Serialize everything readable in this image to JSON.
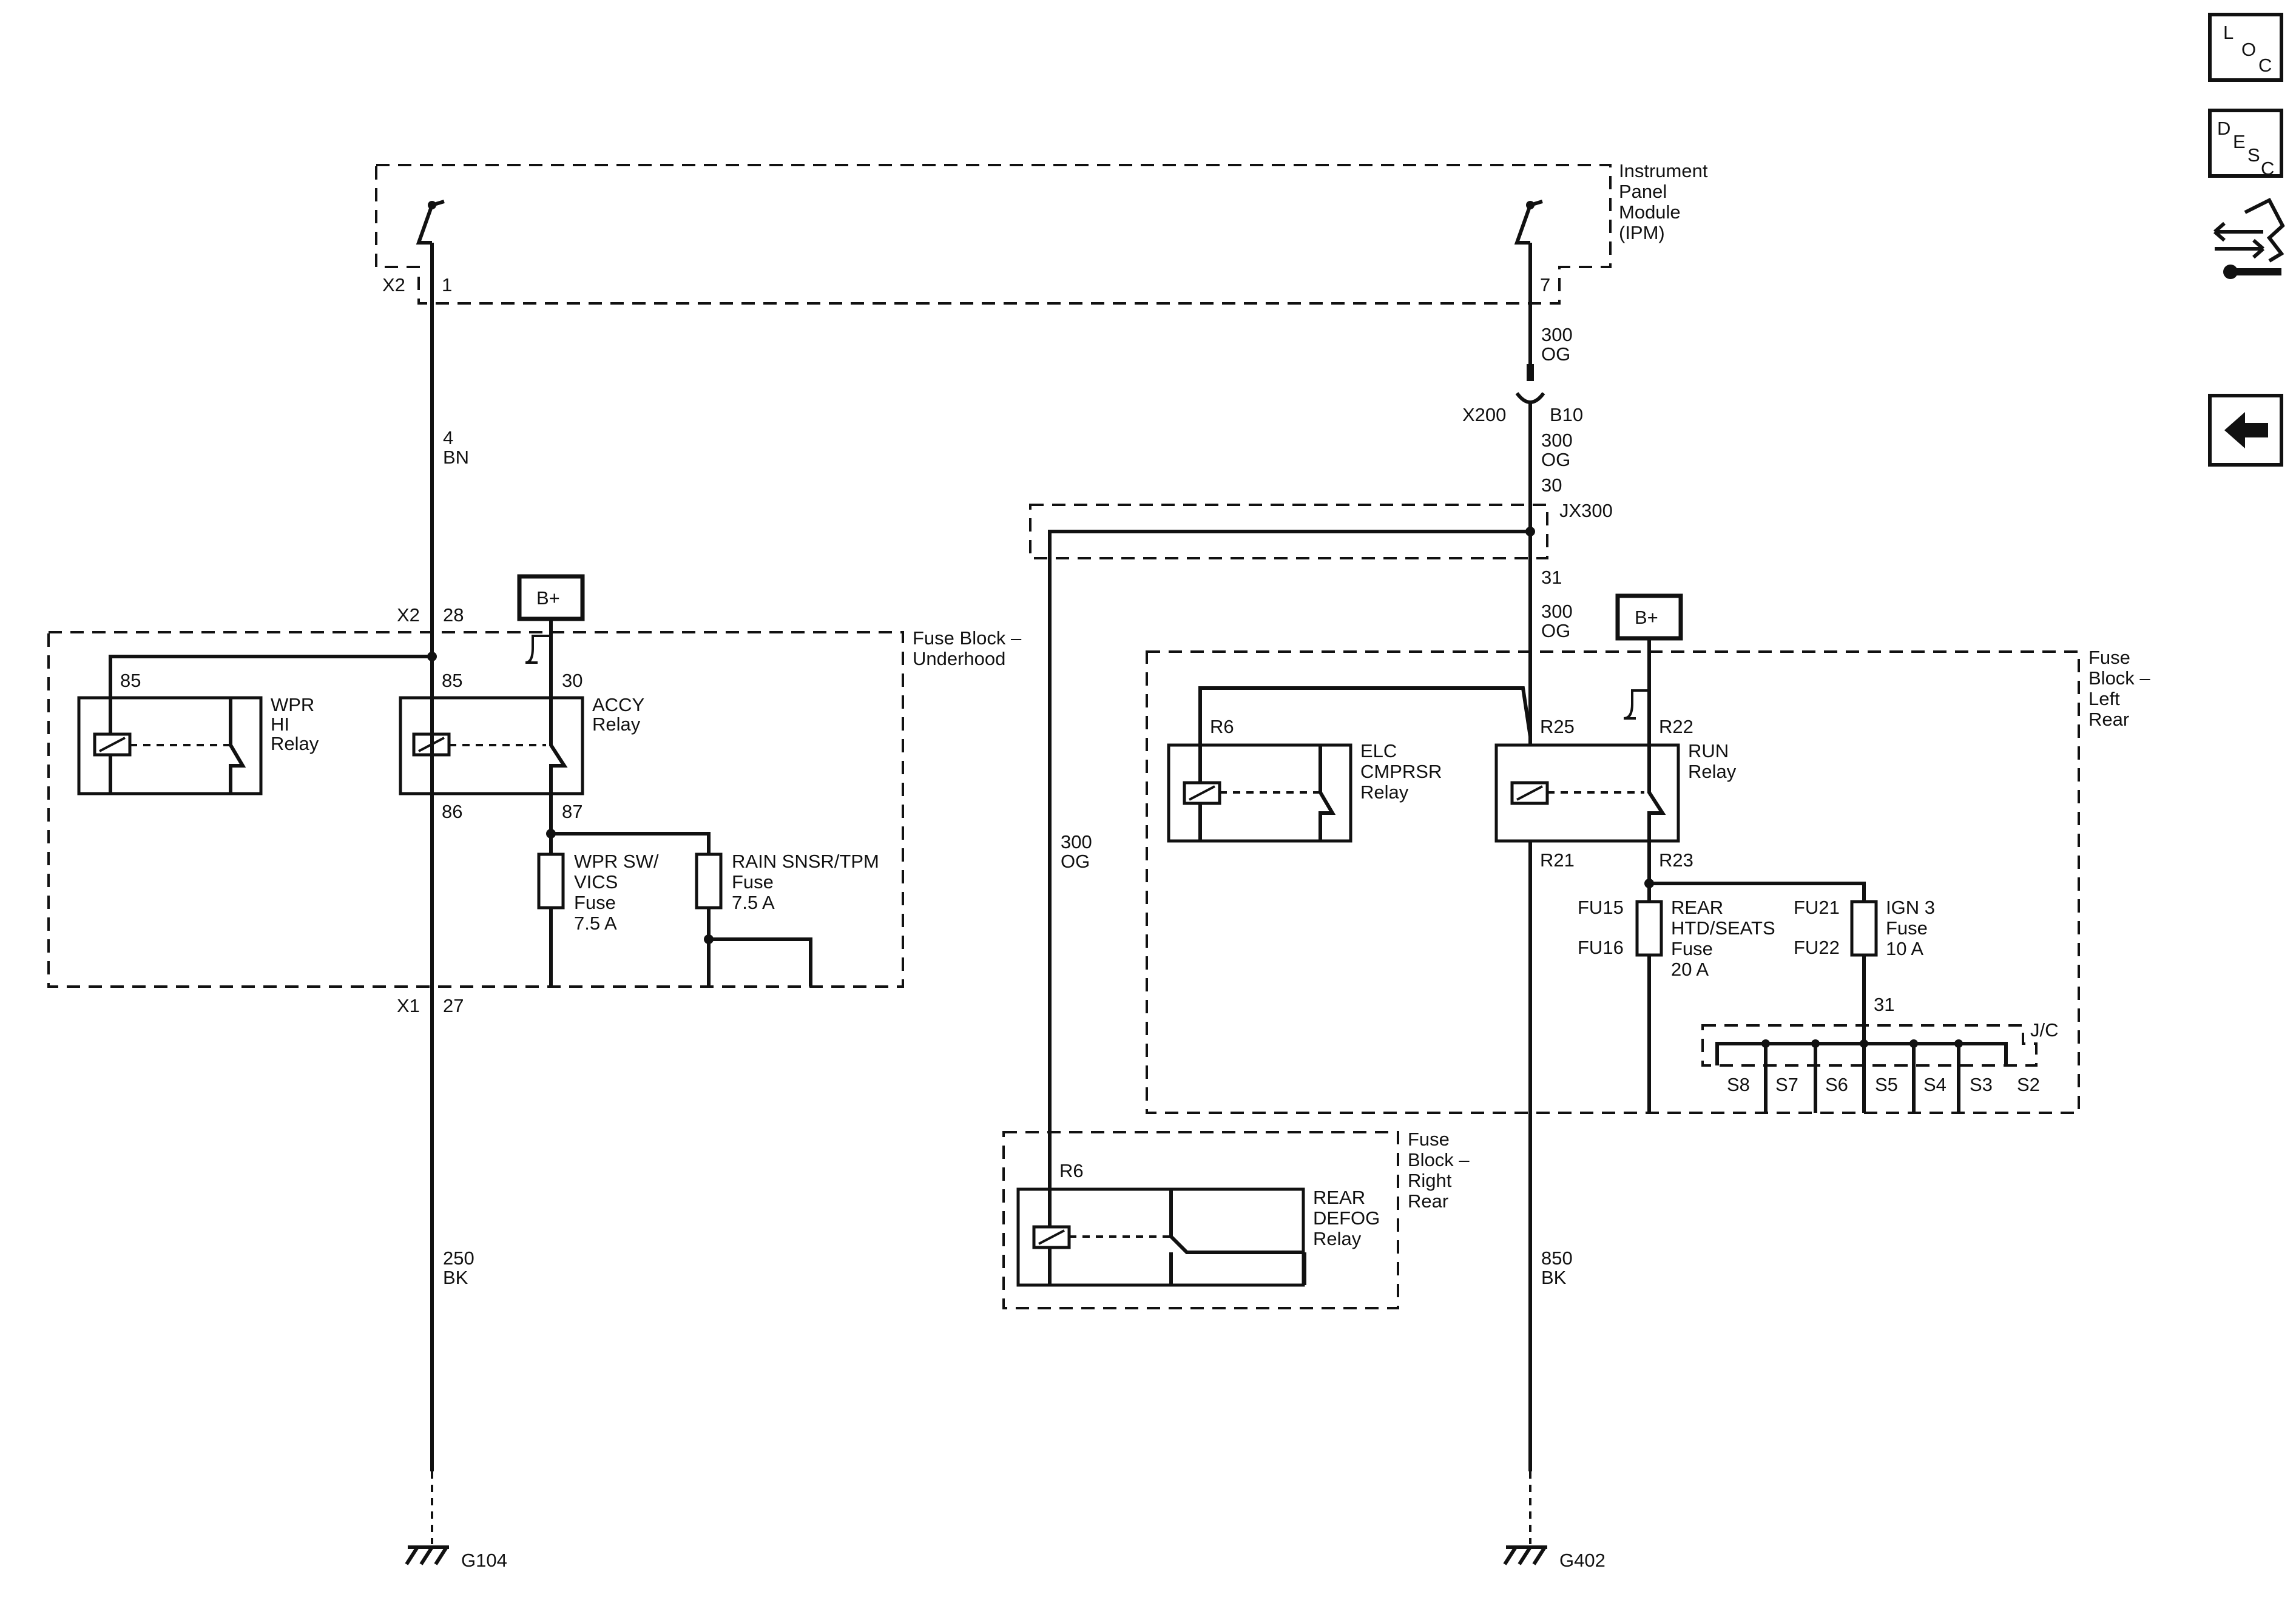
{
  "modules": {
    "ipm": [
      "Instrument",
      "Panel",
      "Module",
      "(IPM)"
    ],
    "fb_underhood": [
      "Fuse Block –",
      "Underhood"
    ],
    "fb_left_rear": [
      "Fuse",
      "Block –",
      "Left",
      "Rear"
    ],
    "fb_right_rear": [
      "Fuse",
      "Block –",
      "Right",
      "Rear"
    ],
    "jx300": "JX300",
    "jc": "J/C"
  },
  "relays": {
    "wpr_hi": [
      "WPR",
      "HI",
      "Relay"
    ],
    "accy": [
      "ACCY",
      "Relay"
    ],
    "elc_cmprsr": [
      "ELC",
      "CMPRSR",
      "Relay"
    ],
    "run": [
      "RUN",
      "Relay"
    ],
    "rear_defog": [
      "REAR",
      "DEFOG",
      "Relay"
    ]
  },
  "fuses": {
    "wpr_sw_vics": [
      "WPR SW/",
      "VICS",
      "Fuse",
      "7.5 A"
    ],
    "rain_snsr_tpm": [
      "RAIN SNSR/TPM",
      "Fuse",
      "7.5 A"
    ],
    "rear_htd_seats": [
      "REAR",
      "HTD/SEATS",
      "Fuse",
      "20 A"
    ],
    "ign3": [
      "IGN 3",
      "Fuse",
      "10 A"
    ]
  },
  "pins": {
    "x2_top": "X2",
    "p1": "1",
    "p7": "7",
    "x2_mid": "X2",
    "p28": "28",
    "u85a": "85",
    "u85b": "85",
    "u30": "30",
    "u86": "86",
    "u87": "87",
    "x1": "X1",
    "p27": "27",
    "x200": "X200",
    "b10": "B10",
    "p30": "30",
    "p31": "31",
    "r6_elc": "R6",
    "r25": "R25",
    "r22": "R22",
    "r21": "R21",
    "r23": "R23",
    "fu15": "FU15",
    "fu16": "FU16",
    "fu21": "FU21",
    "fu22": "FU22",
    "jc31": "31",
    "r6_defog": "R6",
    "splices": [
      "S8",
      "S7",
      "S6",
      "S5",
      "S4",
      "S3",
      "S2"
    ]
  },
  "wires": {
    "w4": [
      "4",
      "BN"
    ],
    "w250": [
      "250",
      "BK"
    ],
    "w300_top": [
      "300",
      "OG"
    ],
    "w300_b10": [
      "300",
      "OG"
    ],
    "w300_run": [
      "300",
      "OG"
    ],
    "w300_left": [
      "300",
      "OG"
    ],
    "w850": [
      "850",
      "BK"
    ]
  },
  "power": {
    "bplus_1": "B+",
    "bplus_2": "B+"
  },
  "grounds": {
    "g104": "G104",
    "g402": "G402"
  },
  "nav": {
    "loc": [
      "L",
      "O",
      "C"
    ],
    "desc": [
      "D",
      "E",
      "S",
      "C"
    ]
  }
}
